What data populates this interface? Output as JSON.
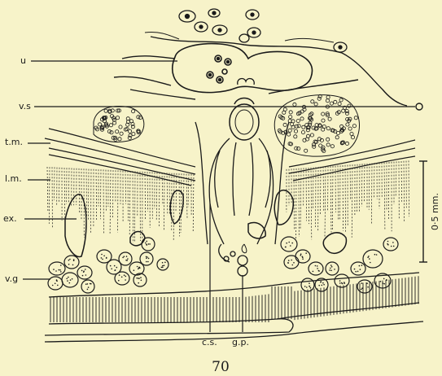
{
  "figure": {
    "number": "70",
    "scale_bar_label": "0·5 mm."
  },
  "labels": {
    "u": "u",
    "vs": "v.s",
    "tm": "t.m.",
    "lm": "l.m.",
    "ex": "ex.",
    "vg": "v.g",
    "cs": "c.s.",
    "gp": "g.p."
  },
  "colors": {
    "paper": "#f7f3c9",
    "ink": "#1a1a1a"
  }
}
